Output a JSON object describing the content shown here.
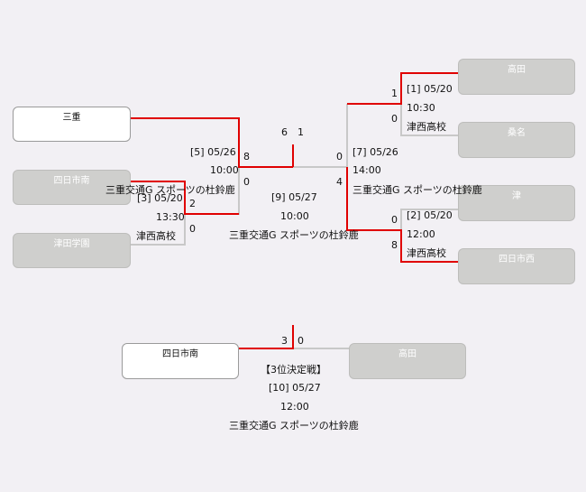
{
  "teams": {
    "mie": "三重",
    "yokkaichi_minami_left": "四日市南",
    "tsuda_gakuen": "津田学園",
    "takada": "高田",
    "kuwana": "桑名",
    "tsu": "津",
    "yokkaichi_nishi": "四日市西",
    "third_minami": "四日市南",
    "third_takada": "高田"
  },
  "matches": {
    "m1": {
      "label": "[1] 05/20",
      "time": "10:30",
      "venue": "津西高校",
      "score_top": "1",
      "score_bottom": "0"
    },
    "m2": {
      "label": "[2] 05/20",
      "time": "12:00",
      "venue": "津西高校",
      "score_top": "0",
      "score_bottom": "8"
    },
    "m3": {
      "label": "[3] 05/20",
      "time": "13:30",
      "venue": "津西高校",
      "score_top": "2",
      "score_bottom": "0"
    },
    "m5": {
      "label": "[5] 05/26",
      "time": "10:00",
      "venue": "三重交通G スポーツの杜鈴鹿",
      "score_top": "8",
      "score_bottom": "0"
    },
    "m7": {
      "label": "[7] 05/26",
      "time": "14:00",
      "venue": "三重交通G スポーツの杜鈴鹿",
      "score_top": "0",
      "score_bottom": "4"
    },
    "m9": {
      "label": "[9] 05/27",
      "time": "10:00",
      "venue": "三重交通G スポーツの杜鈴鹿",
      "score_left": "6",
      "score_right": "1"
    },
    "m10": {
      "title": "【3位決定戦】",
      "label": "[10] 05/27",
      "time": "12:00",
      "venue": "三重交通G スポーツの杜鈴鹿",
      "score_left": "3",
      "score_right": "0"
    }
  },
  "colors": {
    "win_line": "#e00000",
    "lose_line": "#c8c8c8",
    "background": "#f2f0f4"
  }
}
